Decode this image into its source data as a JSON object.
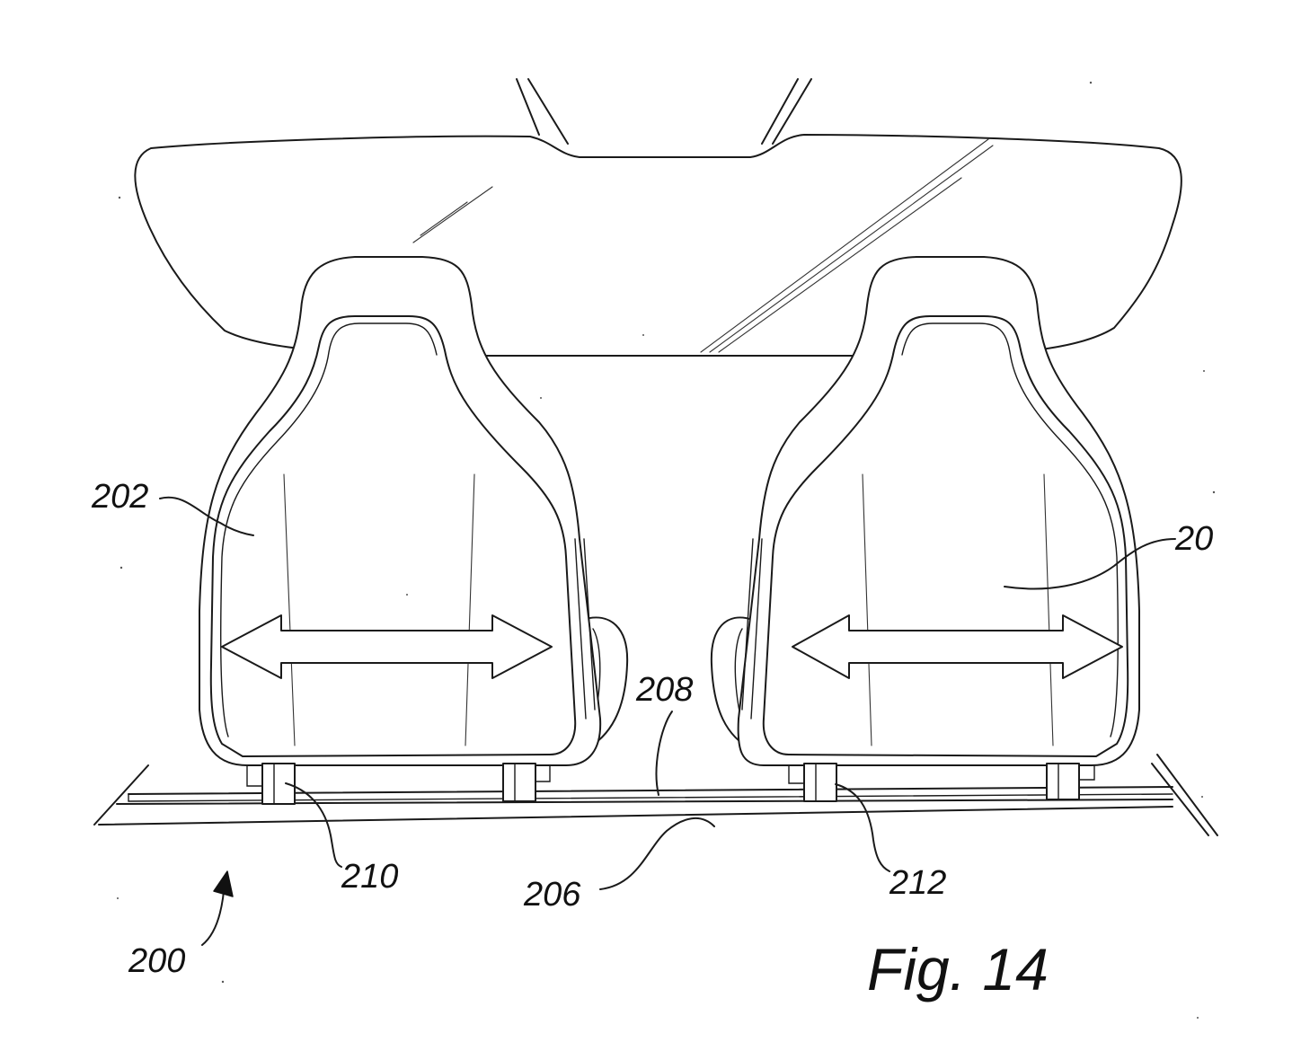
{
  "figure_label": "Fig. 14",
  "references": {
    "system": "200",
    "left_seat": "202",
    "right_seat": "20",
    "floor": "206",
    "rail": "208",
    "left_mount": "210",
    "right_mount": "212"
  }
}
